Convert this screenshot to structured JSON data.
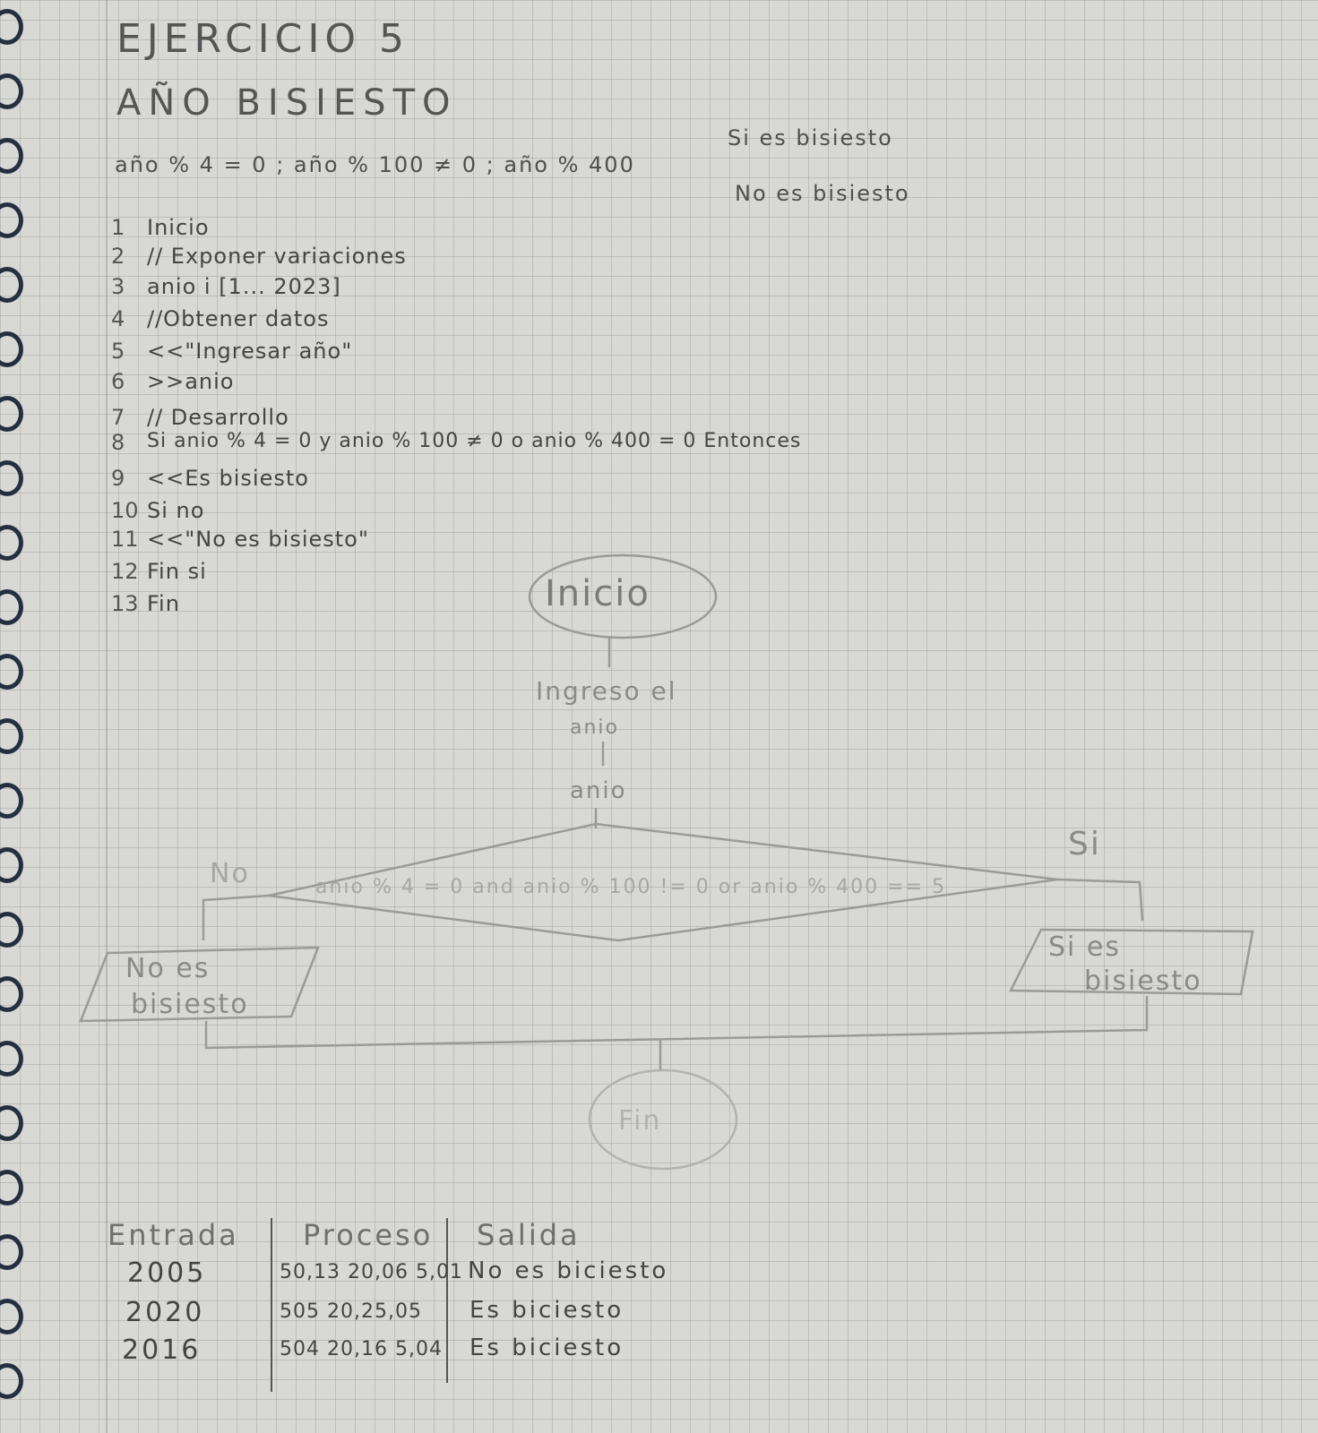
{
  "header": {
    "exercise": "EJERCICIO 5",
    "subtitle": "AÑO BISIESTO",
    "condition": "año % 4 = 0 ; año % 100 ≠ 0 ; año % 400",
    "branch_yes": "Si es bisiesto",
    "branch_no": "No es bisiesto"
  },
  "pseudocode": [
    {
      "n": "1",
      "text": "Inicio"
    },
    {
      "n": "2",
      "text": "// Exponer variaciones"
    },
    {
      "n": "3",
      "text": "anio i [1... 2023]"
    },
    {
      "n": "4",
      "text": "//Obtener datos"
    },
    {
      "n": "5",
      "text": "<<\"Ingresar año\""
    },
    {
      "n": "6",
      "text": ">>anio"
    },
    {
      "n": "7",
      "text": "// Desarrollo"
    },
    {
      "n": "8",
      "text": "Si anio % 4 = 0 y anio % 100 ≠ 0 o anio % 400 = 0 Entonces"
    },
    {
      "n": "9",
      "text": "<<Es bisiesto"
    },
    {
      "n": "10",
      "text": "Si no"
    },
    {
      "n": "11",
      "text": "<<\"No es bisiesto\""
    },
    {
      "n": "12",
      "text": "Fin si"
    },
    {
      "n": "13",
      "text": "Fin"
    }
  ],
  "flowchart": {
    "start": "Inicio",
    "input_line1": "Ingreso el",
    "input_line2": "anio",
    "input_var": "anio",
    "decision": "anio % 4 = 0 and anio % 100 != 0 or anio % 400 == 5",
    "yes_label": "Si",
    "no_label": "No",
    "yes_output_line1": "Si es",
    "yes_output_line2": "bisiesto",
    "no_output_line1": "No es",
    "no_output_line2": "bisiesto",
    "end": "Fin"
  },
  "table": {
    "headers": [
      "Entrada",
      "Proceso",
      "Salida"
    ],
    "rows": [
      [
        "2005",
        "50,13 20,06 5,01",
        "No es biciesto"
      ],
      [
        "2020",
        "505 20,25,05",
        "Es biciesto"
      ],
      [
        "2016",
        "504 20,16 5,04",
        "Es biciesto"
      ]
    ]
  }
}
